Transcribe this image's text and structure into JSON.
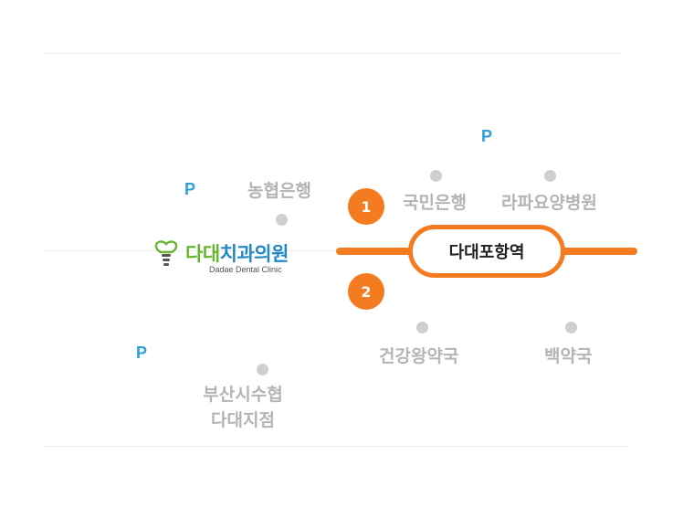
{
  "map": {
    "station": "다대포항역",
    "exits": [
      "1",
      "2"
    ],
    "clinic": {
      "name_part1": "다대",
      "name_part2": "치과의원",
      "subtitle": "Dadae Dental Clinic"
    },
    "parking_label": "P",
    "landmarks": {
      "nonghyup": "농협은행",
      "kookmin": "국민은행",
      "lapa": "라파요양병원",
      "geongang": "건강왕약국",
      "baek": "백약국",
      "suhyup": "부산시수협\n다대지점"
    },
    "colors": {
      "subway_line": "#f47b20",
      "parking": "#2a9fd8",
      "clinic_green": "#66b630",
      "clinic_blue": "#2389c9",
      "landmark_text": "#b4b4b4"
    }
  }
}
